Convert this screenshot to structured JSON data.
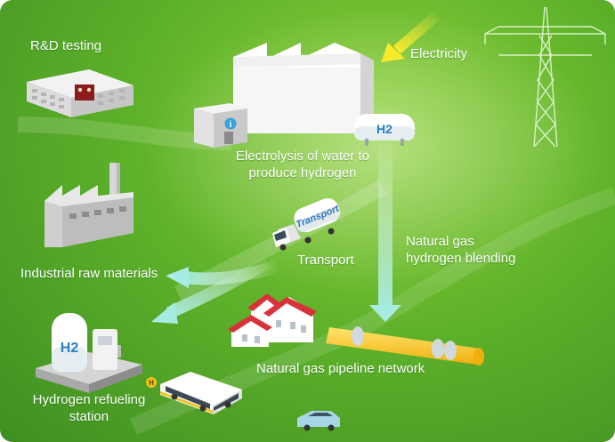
{
  "labels": {
    "rd_testing": "R&D  testing",
    "electricity": "Electricity",
    "electrolysis_line1": "Electrolysis of water to",
    "electrolysis_line2": "produce hydrogen",
    "industrial": "Industrial raw materials",
    "transport": "Transport",
    "blending_line1": "Natural gas",
    "blending_line2": "hydrogen blending",
    "pipeline": "Natural gas pipeline network",
    "refuel_line1": "Hydrogen refueling",
    "refuel_line2": "station"
  },
  "icon_text": {
    "h2_tank": "H2",
    "h2_station": "H2",
    "truck_text": "Transport",
    "info": "i",
    "bus_marker": "H"
  },
  "colors": {
    "background": "#5fb22a",
    "arrow_flow": "#9fe3d8",
    "electricity_arrow": "#f5e63a",
    "pipeline": "#f7c61c",
    "roof": "#d8323a",
    "label": "#ffffff"
  }
}
